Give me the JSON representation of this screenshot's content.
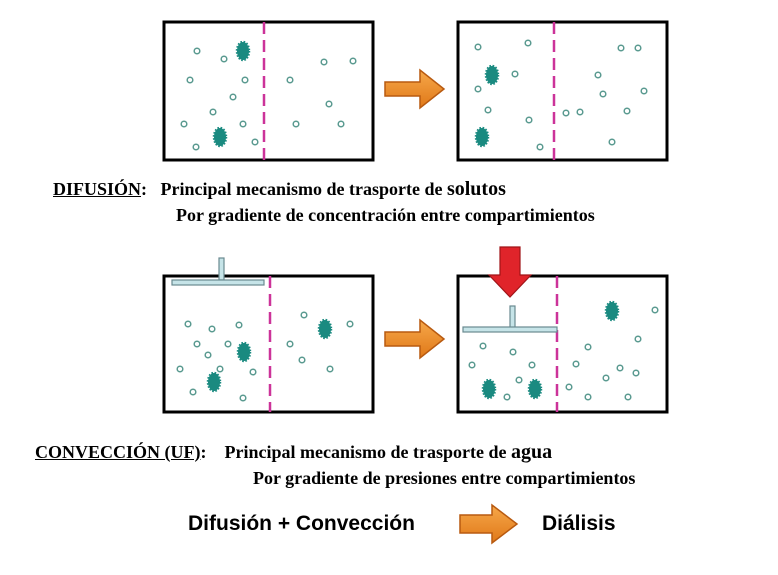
{
  "colors": {
    "membrane": "#cc3399",
    "large_solute": "#1a8a80",
    "small_solute": "#5a9a90",
    "piston": "#c6e4e8",
    "piston_stroke": "#6a8a90",
    "arrow_orange": "#f08c28",
    "arrow_red": "#e0242a"
  },
  "icons": {
    "process_arrow": "right-arrow-icon",
    "pressure_arrow": "down-arrow-icon"
  },
  "difusion": {
    "term": "DIFUSIÓN",
    "separator": ":",
    "line1_prefix": "Principal mecanismo de trasporte de ",
    "line1_keyword": "solutos",
    "line2": "Por gradiente de concentración entre compartimientos"
  },
  "conveccion": {
    "term": "CONVECCIÓN (UF)",
    "separator": ":",
    "line1_prefix": "Principal mecanismo de trasporte de ",
    "line1_keyword": "agua",
    "line2": "Por gradiente de presiones entre compartimientos"
  },
  "footer": {
    "left": "Difusión + Convección",
    "right": "Diálisis"
  }
}
